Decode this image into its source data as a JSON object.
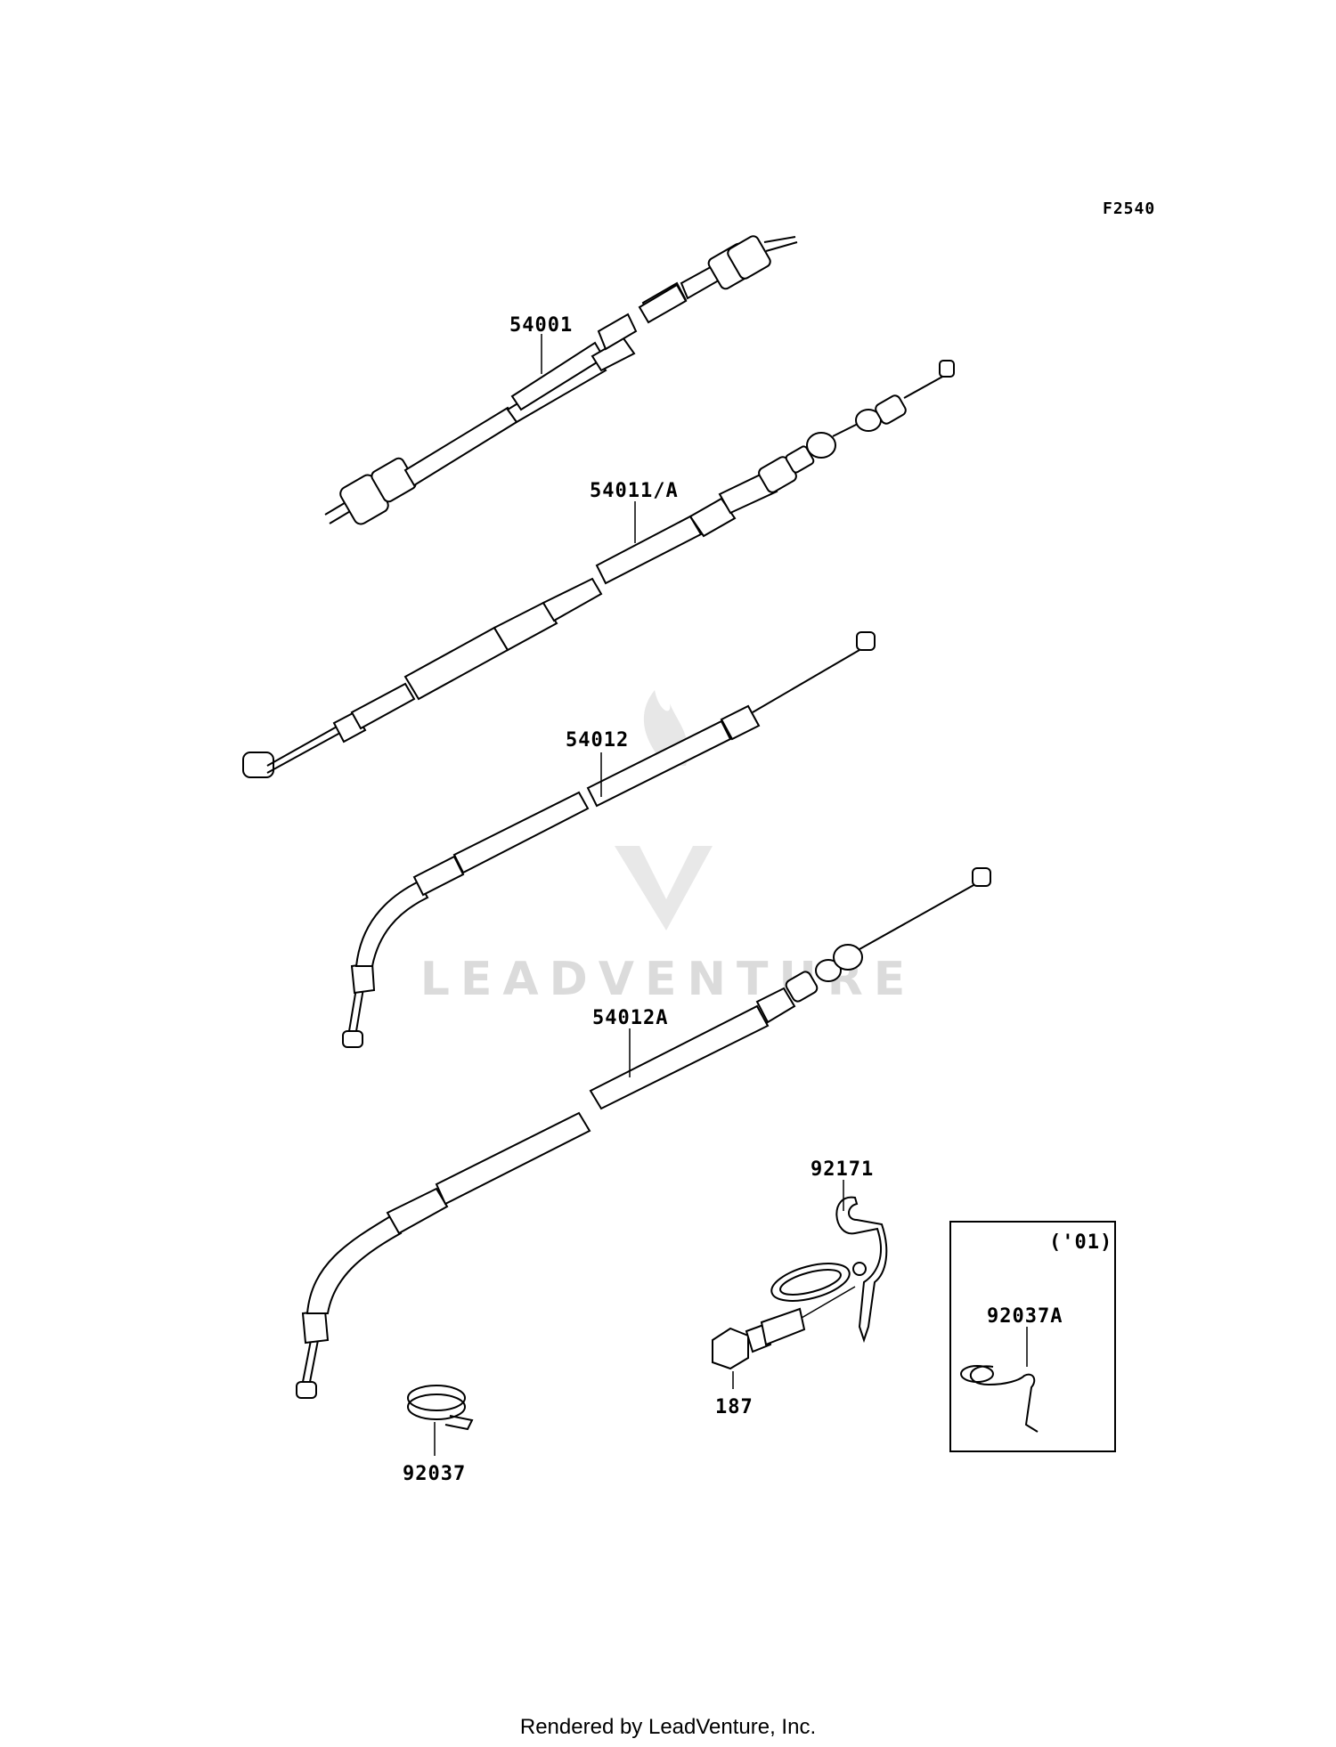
{
  "diagram_code": "F2540",
  "parts": {
    "p54001": "54001",
    "p54011a": "54011/A",
    "p54012": "54012",
    "p54012a": "54012A",
    "p92171": "92171",
    "p187": "187",
    "p92037": "92037",
    "p92037a": "92037A"
  },
  "inset_note": "('01)",
  "watermark": "LEADVENTURE",
  "footer": "Rendered by LeadVenture, Inc."
}
